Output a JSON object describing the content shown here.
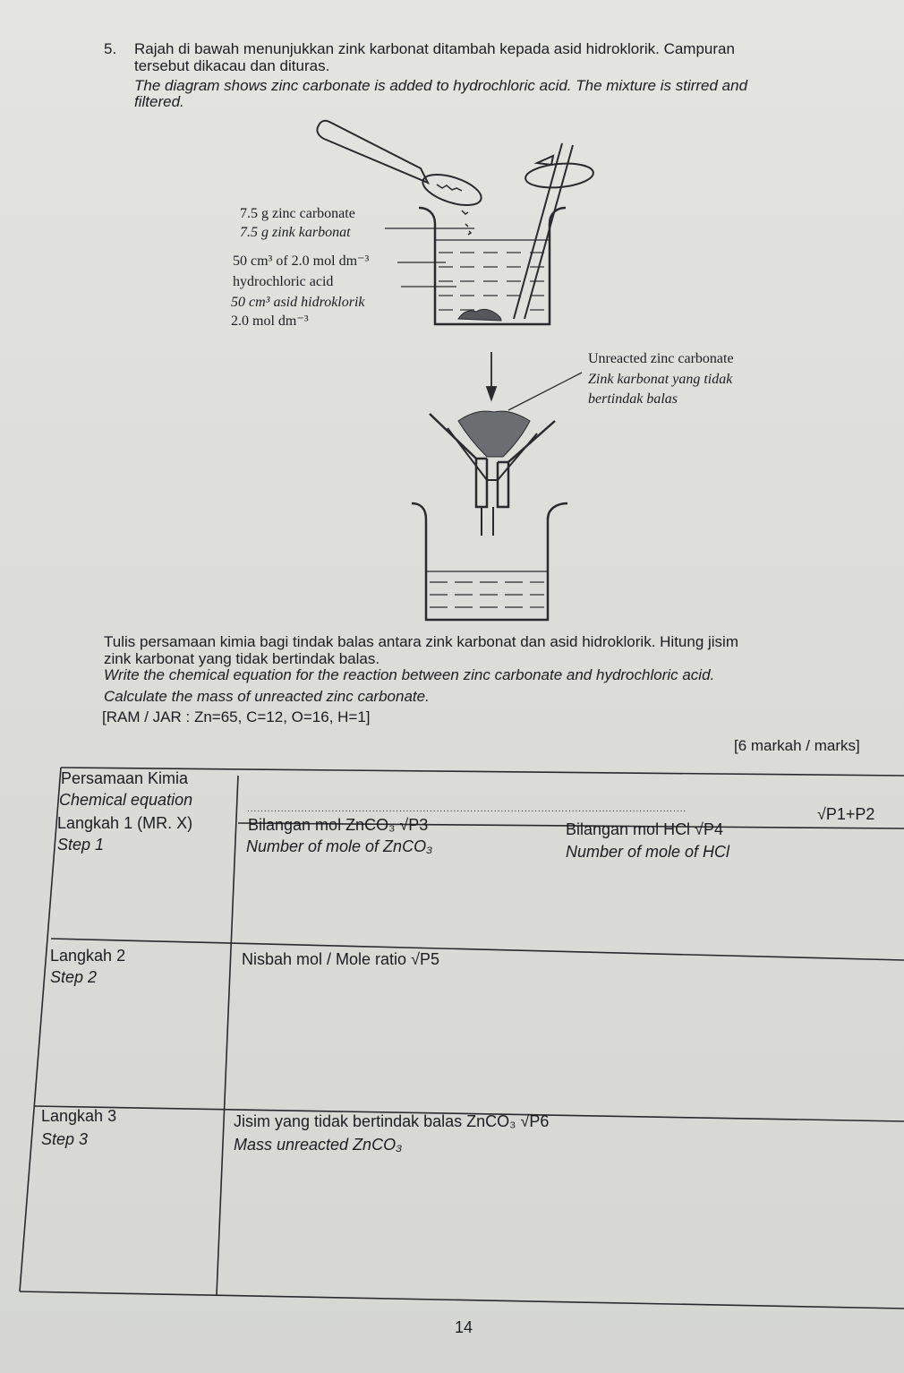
{
  "question": {
    "number": "5.",
    "ms_line1": "Rajah di bawah menunjukkan zink karbonat ditambah kepada asid hidroklorik.  Campuran",
    "ms_line2": "tersebut dikacau dan dituras.",
    "en_line1": "The diagram shows zinc carbonate is added to hydrochloric acid.  The mixture is stirred and",
    "en_line2": "filtered."
  },
  "diagram": {
    "label_zinc_en": "7.5 g zinc carbonate",
    "label_zinc_ms": "7.5 g zink karbonat",
    "label_acid_qty": "50 cm³ of 2.0 mol dm⁻³",
    "label_acid_en": "hydrochloric acid",
    "label_acid_ms_qty": "50 cm³ asid hidroklorik",
    "label_acid_ms_conc": "2.0 mol dm⁻³",
    "label_unreacted_en": "Unreacted zinc carbonate",
    "label_unreacted_ms1": "Zink karbonat yang tidak",
    "label_unreacted_ms2": "bertindak balas"
  },
  "task": {
    "ms_line1": "Tulis persamaan kimia bagi tindak balas antara zink karbonat dan asid hidroklorik.  Hitung jisim",
    "ms_line2": "zink karbonat yang tidak bertindak balas.",
    "en_line1": "Write the chemical equation for the reaction between zinc carbonate and hydrochloric acid.",
    "en_line2": "Calculate the mass of unreacted zinc carbonate.",
    "ram": "[RAM / JAR : Zn=65, C=12, O=16, H=1]",
    "marks": "[6 markah / marks]"
  },
  "table": {
    "row1_ms": "Persamaan Kimia",
    "row1_en": "Chemical equation",
    "row1_dots": "..................................................................................................................................",
    "row1_mark": "√P1+P2",
    "step1_ms": "Langkah 1 (MR. X)",
    "step1_en": "Step 1",
    "step1_mol_ms": "Bilangan mol ZnCO₃  √P3",
    "step1_mol_en": "Number of mole of ZnCO₃",
    "step1_hcl_ms": "Bilangan mol HCl √P4",
    "step1_hcl_en": "Number of mole of HCl",
    "step2_ms": "Langkah 2",
    "step2_en": "Step 2",
    "step2_ratio": "Nisbah mol / Mole ratio √P5",
    "step3_ms": "Langkah 3",
    "step3_en": "Step 3",
    "step3_mass_ms": "Jisim yang tidak bertindak balas ZnCO₃ √P6",
    "step3_mass_en": "Mass unreacted ZnCO₃"
  },
  "page_number": "14"
}
